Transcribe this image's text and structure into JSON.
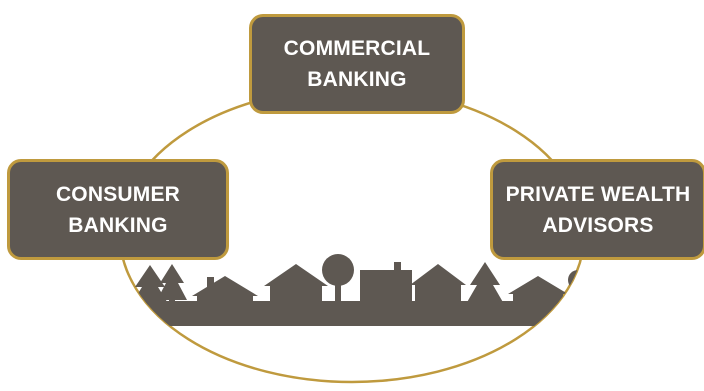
{
  "colors": {
    "ring": "#bf9a3e",
    "box_fill": "#5e5852",
    "box_border": "#bf9a3e",
    "box_text": "#ffffff",
    "skyline": "#5e5852"
  },
  "nodes": {
    "commercial": {
      "line1": "COMMERCIAL",
      "line2": "BANKING"
    },
    "consumer": {
      "line1": "CONSUMER",
      "line2": "BANKING"
    },
    "private": {
      "line1": "PRIVATE WEALTH",
      "line2": "ADVISORS"
    }
  },
  "skyline_icons": [
    "pine-tree-icon",
    "house-icon",
    "house-icon",
    "round-tree-icon",
    "building-icon",
    "house-icon",
    "pine-tree-icon",
    "house-icon"
  ]
}
